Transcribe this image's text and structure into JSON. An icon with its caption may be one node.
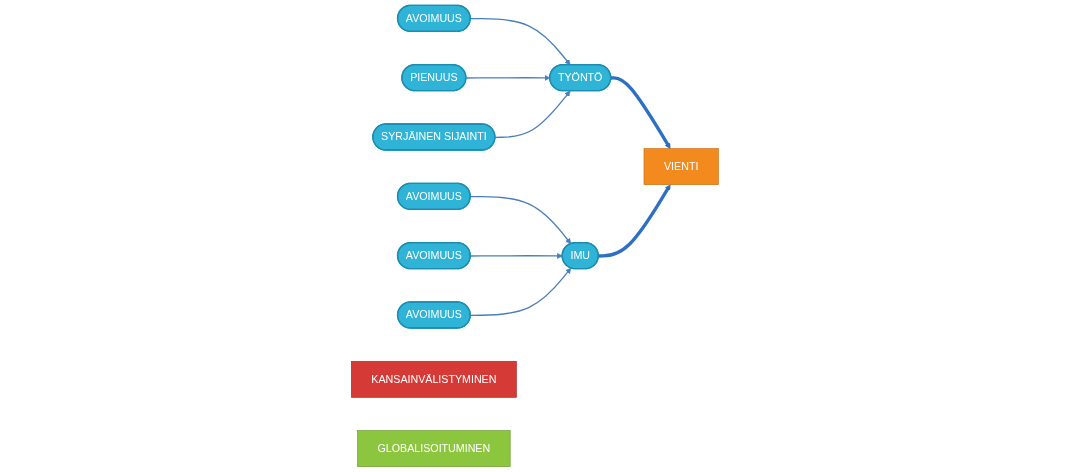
{
  "diagram": {
    "nodes": [
      {
        "text": [
          "AVOIMUUS"
        ]
      },
      {
        "text": [
          "PIENUUS"
        ]
      },
      {
        "text": [
          "SYRJÄINEN SIJAINTI"
        ]
      },
      {
        "text": [
          "TYÖNTÖ"
        ]
      },
      {
        "text": [
          "IMU"
        ]
      },
      {
        "text": [
          "AVOIMUUS"
        ]
      },
      {
        "text": [
          "AVOIMUUS"
        ]
      },
      {
        "text": [
          "AVOIMUUS"
        ]
      },
      {
        "text": [
          "VIENTI"
        ]
      },
      {
        "text": [
          "KANSAINVÄLISTYMINEN"
        ]
      },
      {
        "text": [
          "GLOBALISOITUMINEN"
        ]
      }
    ],
    "edges": [
      {
        "from": 0,
        "to": 3,
        "arrow": "to"
      },
      {
        "from": 1,
        "to": 3,
        "arrow": "to"
      },
      {
        "from": 2,
        "to": 3,
        "arrow": "to"
      },
      {
        "from": 5,
        "to": 4,
        "arrow": "to"
      },
      {
        "from": 6,
        "to": 4,
        "arrow": "to"
      },
      {
        "from": 7,
        "to": 4,
        "arrow": "to"
      },
      {
        "from": 3,
        "to": 8,
        "arrow": "to",
        "style": "thick",
        "color": "#2e6fc4"
      },
      {
        "from": 4,
        "to": 8,
        "arrow": "to",
        "style": "thick",
        "color": "#2e6fc4"
      }
    ]
  }
}
